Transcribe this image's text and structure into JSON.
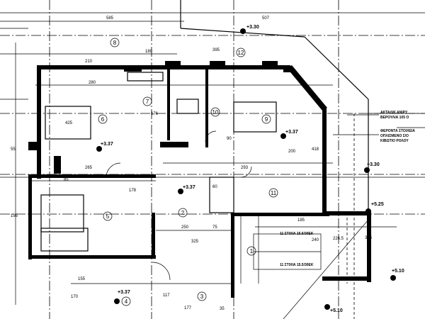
{
  "rooms": [
    "8",
    "12",
    "6",
    "7",
    "10",
    "9",
    "5",
    "11",
    "1",
    "2",
    "3",
    "4"
  ],
  "levels": [
    "+3.30",
    "+3.37",
    "+3.37",
    "+3.37",
    "+3.30",
    "+3.37",
    "+5.10",
    "+5.10",
    "+5.25"
  ],
  "dimensions": [
    "585",
    "507",
    "395",
    "180",
    "210",
    "280",
    "425",
    "176",
    "90",
    "200",
    "418",
    "265",
    "178",
    "250",
    "325",
    "240",
    "185",
    "75",
    "60",
    "35",
    "335",
    "177",
    "117",
    "293",
    "226.5",
    "170",
    "155",
    "55",
    "195",
    "85"
  ],
  "notes": [
    "ΑΚΤΑΛΙΚ ΑΝΙΡΥ",
    "ΒΕΡΟΥΛΙΑ 105 Ο",
    "ΦΕΡΟΝΤΑ ΣΤΟΙΧΕΙΑ",
    "ΟΠΛΙΣΜΕΝΟ Σ/Ο",
    "ΚΙΒΩΤΙΟ ΡΟΛΟΥ"
  ],
  "stairs": [
    "11 ΣΤΙΧΙΑ 15.5/30ΕΚ",
    "11 ΣΤΙΧΙΑ 15.5/30ΕΚ"
  ]
}
